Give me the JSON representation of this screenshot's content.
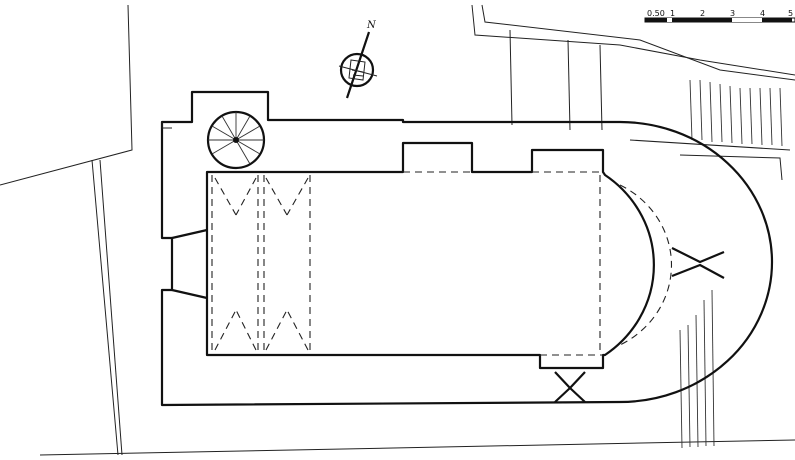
{
  "north_arrow": {
    "label": "N",
    "icon": "north-arrow-icon"
  },
  "scale_bar": {
    "labels": [
      "0.50",
      "1",
      "2",
      "3",
      "4",
      "5"
    ]
  },
  "colors": {
    "ink": "#111111",
    "paper": "#ffffff"
  }
}
